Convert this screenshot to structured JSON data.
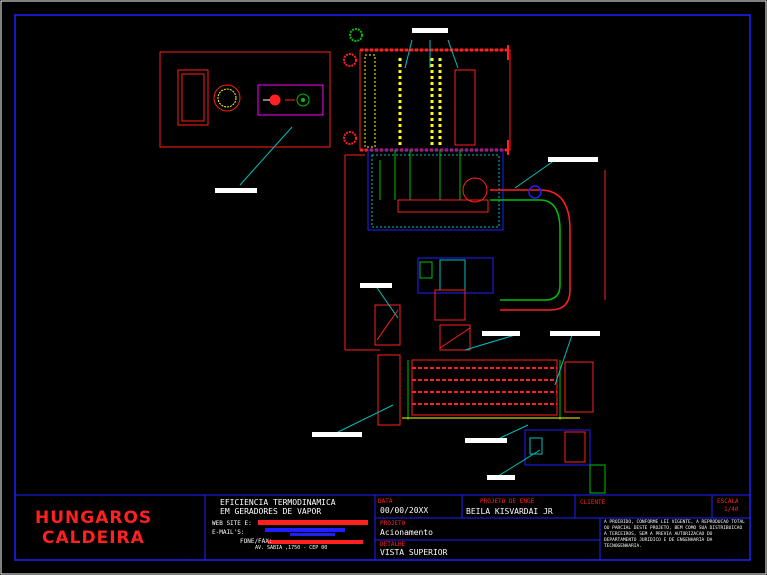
{
  "title_block": {
    "company_line1": "HUNGAROS",
    "company_line2": "CALDEIRA",
    "study_title_line1": "EFICIENCIA TERMODINAMICA",
    "study_title_line2": "EM GERADORES DE VAPOR",
    "web_label": "WEB SITE E:",
    "email_label": "E-MAIL'S:",
    "phone_label": "FONE/FAX:",
    "date_label": "DATA",
    "date_value": "00/00/20XX",
    "author_label": "PROJETO DE ENGE",
    "author_value": "BEILA KISVARDAI JR",
    "client_label": "CLIENTE",
    "scale_label": "ESCALA",
    "scale_value": "1/40",
    "project_label": "PROJETO",
    "project_value": "Acionamento",
    "view_label": "DETALHE",
    "view_value": "VISTA SUPERIOR",
    "legal_note": "A PROIBIDO, CONFORME LEI VIGENTE, A REPRODUCAO TOTAL OU PARCIAL DESTE PROJETO, BEM COMO SUA DISTRIBUICAO A TERCEIROS, SEM A PREVIA AUTORIZACAO DO DEPARTAMENTO JURIDICO E DE ENGENHARIA DA TECNOGENHARIA.",
    "footer_small": "AV. SABIA ,1750 - CEP 00"
  },
  "colors": {
    "background": "#000000",
    "border": "#2020ff",
    "frame_red": "#ff2020",
    "green": "#00c000",
    "cyan": "#00c0c0",
    "yellow": "#ffff00",
    "white": "#ffffff",
    "magenta": "#ff00ff"
  }
}
